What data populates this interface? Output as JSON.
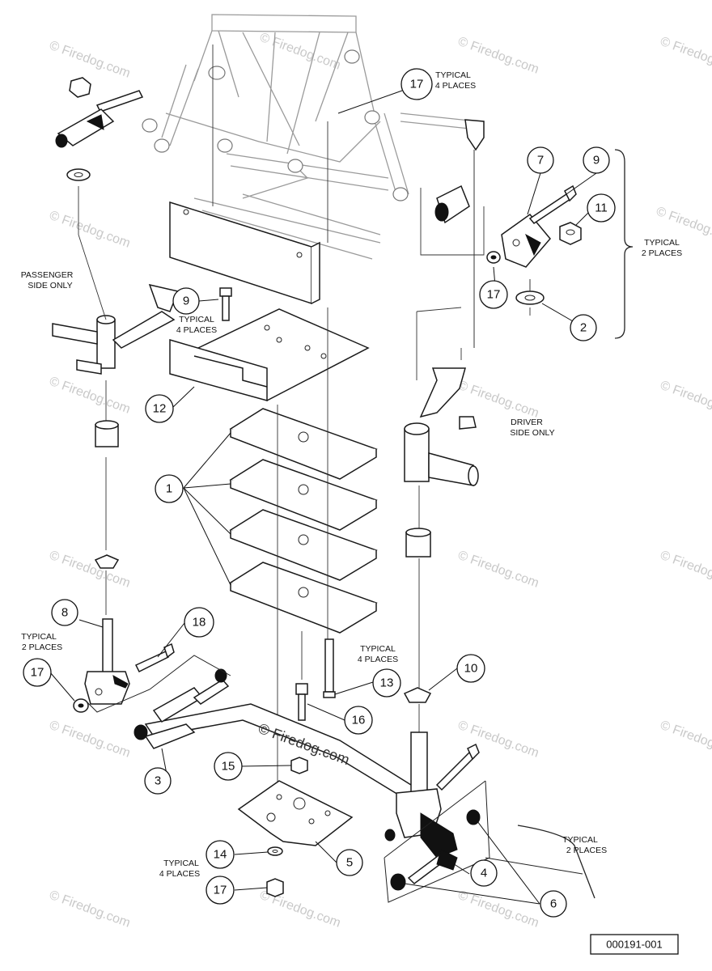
{
  "callouts": [
    {
      "label": "1"
    },
    {
      "label": "2"
    },
    {
      "label": "3"
    },
    {
      "label": "4"
    },
    {
      "label": "5"
    },
    {
      "label": "6"
    },
    {
      "label": "7"
    },
    {
      "label": "8"
    },
    {
      "label": "9"
    },
    {
      "label": "9"
    },
    {
      "label": "10"
    },
    {
      "label": "11"
    },
    {
      "label": "12"
    },
    {
      "label": "13"
    },
    {
      "label": "14"
    },
    {
      "label": "15"
    },
    {
      "label": "16"
    },
    {
      "label": "17"
    },
    {
      "label": "17"
    },
    {
      "label": "17"
    },
    {
      "label": "17"
    },
    {
      "label": "18"
    }
  ],
  "notes": {
    "typical_4_places": [
      "TYPICAL",
      "4 PLACES"
    ],
    "typical_2_places": [
      "TYPICAL",
      "2 PLACES"
    ],
    "passenger_side_only": [
      "PASSENGER",
      "SIDE ONLY"
    ],
    "driver_side_only": [
      "DRIVER",
      "SIDE ONLY"
    ]
  },
  "watermark": {
    "text": "© Firedog.com",
    "center_text": "© Firedog.com"
  },
  "drawing_code": "000191-001"
}
